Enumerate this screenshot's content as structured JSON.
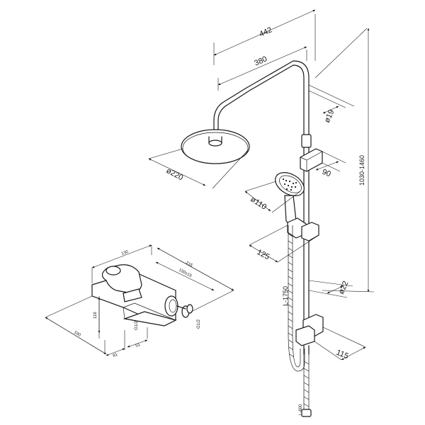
{
  "dimensions": {
    "overall_height": "1030-1460",
    "arm_width": "442",
    "arm_reach": "380",
    "arm_diameter": "ø19",
    "rain_head_diameter": "ø220",
    "slider_offset": "90",
    "hand_shower_diameter": "ø110",
    "holder_offset": "125",
    "rail_diameter": "ø22",
    "hose_length": "L-1750",
    "lower_offset": "115",
    "lower_hose": "L-600",
    "mixer_depth": "130",
    "mixer_width": "215",
    "mixer_spacing": "150±15",
    "mixer_height_116": "116",
    "mixer_height_190": "190",
    "mixer_81": "81",
    "mixer_51": "51",
    "thread_half": "G1/2",
    "thread_3_4": "G1/2"
  }
}
